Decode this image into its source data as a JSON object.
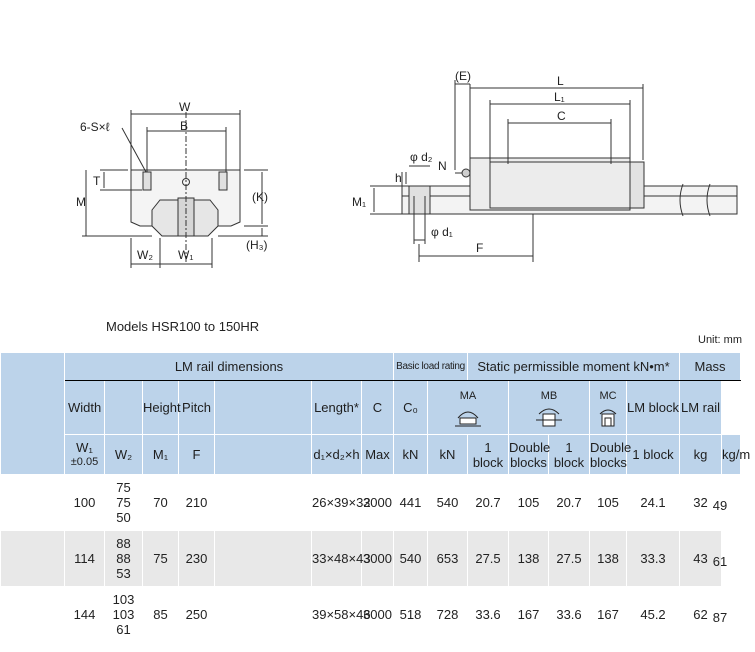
{
  "drawing": {
    "front": {
      "W": "W",
      "B": "B",
      "S": "6-S×ℓ",
      "T": "T",
      "M": "M",
      "K": "(K)",
      "H3": "(H₃)",
      "W2": "W₂",
      "W1": "W₁"
    },
    "side": {
      "E": "(E)",
      "L": "L",
      "L1": "L₁",
      "C": "C",
      "d2": "φ d₂",
      "N": "N",
      "h": "h",
      "M1": "M₁",
      "d1": "φ d₁",
      "F": "F"
    }
  },
  "caption": "Models HSR100 to 150HR",
  "unit": "Unit: mm",
  "table": {
    "groups": {
      "lm_rail": "LM rail dimensions",
      "basic_load": "Basic load rating",
      "static_moment": "Static permissible moment kN•m*",
      "mass": "Mass"
    },
    "sub": {
      "width": "Width",
      "height": "Height",
      "pitch": "Pitch",
      "length": "Length*",
      "C": "C",
      "C0": "C₀",
      "MA": "MA",
      "MB": "MB",
      "MC": "MC",
      "lm_block": "LM block",
      "lm_rail": "LM rail"
    },
    "units": {
      "W1": "W₁",
      "W1_tol": "±0.05",
      "W2": "W₂",
      "M1": "M₁",
      "F": "F",
      "d": "d₁×d₂×h",
      "max": "Max",
      "kN1": "kN",
      "kN2": "kN",
      "one_block_a": "1 block",
      "double_a": "Double blocks",
      "one_block_b": "1 block",
      "double_b": "Double blocks",
      "one_block_c": "1 block",
      "kg": "kg",
      "kgm": "kg/m"
    },
    "rows": [
      {
        "W1": "100",
        "W2": [
          "75",
          "75",
          "50"
        ],
        "M1": "70",
        "F": "210",
        "d": "26×39×32",
        "max": "3000",
        "C": "441",
        "C0": "540",
        "MA1": "20.7",
        "MA2": "105",
        "MB1": "20.7",
        "MB2": "105",
        "MC1": "24.1",
        "block": "32",
        "rail": "49"
      },
      {
        "W1": "114",
        "W2": [
          "88",
          "88",
          "53"
        ],
        "M1": "75",
        "F": "230",
        "d": "33×48×43",
        "max": "3000",
        "C": "540",
        "C0": "653",
        "MA1": "27.5",
        "MA2": "138",
        "MB1": "27.5",
        "MB2": "138",
        "MC1": "33.3",
        "block": "43",
        "rail": "61"
      },
      {
        "W1": "144",
        "W2": [
          "103",
          "103",
          "61"
        ],
        "M1": "85",
        "F": "250",
        "d": "39×58×46",
        "max": "3000",
        "C": "518",
        "C0": "728",
        "MA1": "33.6",
        "MA2": "167",
        "MB1": "33.6",
        "MB2": "167",
        "MC1": "45.2",
        "block": "62",
        "rail": "87"
      }
    ]
  }
}
